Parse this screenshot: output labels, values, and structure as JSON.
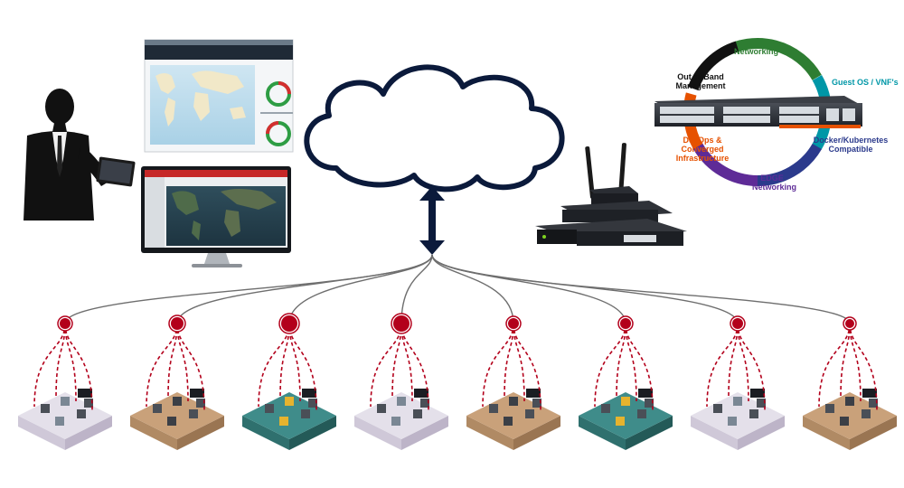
{
  "colors": {
    "cloud_stroke": "#0b1a3b",
    "link_line": "#6e6e6e",
    "dashed_link": "#b3001b",
    "node_fill": "#b3001b",
    "ring_networking": "#2e7d32",
    "ring_guest_os": "#0097a7",
    "ring_docker": "#2b3a8c",
    "ring_edge": "#5e2b97",
    "ring_devops": "#e65100",
    "ring_oob": "#111111"
  },
  "ring_labels": {
    "networking": "Networking",
    "guest_os": "Guest OS / VNF's",
    "docker": "Docker/Kubernetes Compatible",
    "edge": "EDGE Networking",
    "devops": "DevOps & Converged Infrastructure",
    "oob": "Out of Band Management"
  },
  "sites": [
    {
      "type": "lab"
    },
    {
      "type": "factory"
    },
    {
      "type": "teal"
    },
    {
      "type": "lab"
    },
    {
      "type": "factory"
    },
    {
      "type": "teal"
    },
    {
      "type": "lab"
    },
    {
      "type": "factory"
    }
  ],
  "icons": {
    "person": "person-with-tablet-icon",
    "laptop": "laptop-map-dashboard-icon",
    "monitor": "monitor-map-dashboard-icon",
    "cloud": "cloud-icon",
    "arrow": "bidirectional-arrow-icon",
    "router": "edge-router-icon",
    "switch": "network-appliance-icon"
  }
}
